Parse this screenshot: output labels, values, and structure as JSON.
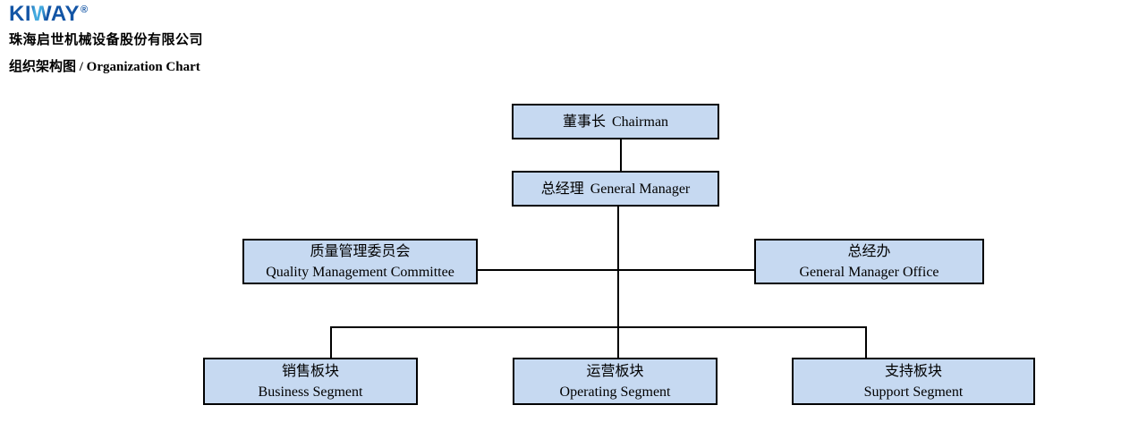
{
  "header": {
    "logo_text": "KIWAY",
    "logo_reg": "®",
    "company_name": "珠海启世机械设备股份有限公司",
    "chart_title": "组织架构图 / Organization Chart"
  },
  "colors": {
    "logo_blue": "#1355a5",
    "logo_accent": "#43aadf",
    "box_fill": "#c6d9f1",
    "box_border": "#000000",
    "connector": "#000000",
    "text": "#000000"
  },
  "org_chart": {
    "nodes": [
      {
        "id": "chairman",
        "zh": "董事长",
        "en": "Chairman",
        "level": 1,
        "reports_to": null
      },
      {
        "id": "general-manager",
        "zh": "总经理",
        "en": "General Manager",
        "level": 2,
        "reports_to": "chairman"
      },
      {
        "id": "quality-management-committee",
        "zh": "质量管理委员会",
        "en": "Quality Management Committee",
        "level": 3,
        "reports_to": "general-manager"
      },
      {
        "id": "general-manager-office",
        "zh": "总经办",
        "en": "General Manager Office",
        "level": 3,
        "reports_to": "general-manager"
      },
      {
        "id": "business-segment",
        "zh": "销售板块",
        "en": "Business Segment",
        "level": 4,
        "reports_to": "general-manager"
      },
      {
        "id": "operating-segment",
        "zh": "运营板块",
        "en": "Operating Segment",
        "level": 4,
        "reports_to": "general-manager"
      },
      {
        "id": "support-segment",
        "zh": "支持板块",
        "en": "Support Segment",
        "level": 4,
        "reports_to": "general-manager"
      }
    ]
  }
}
